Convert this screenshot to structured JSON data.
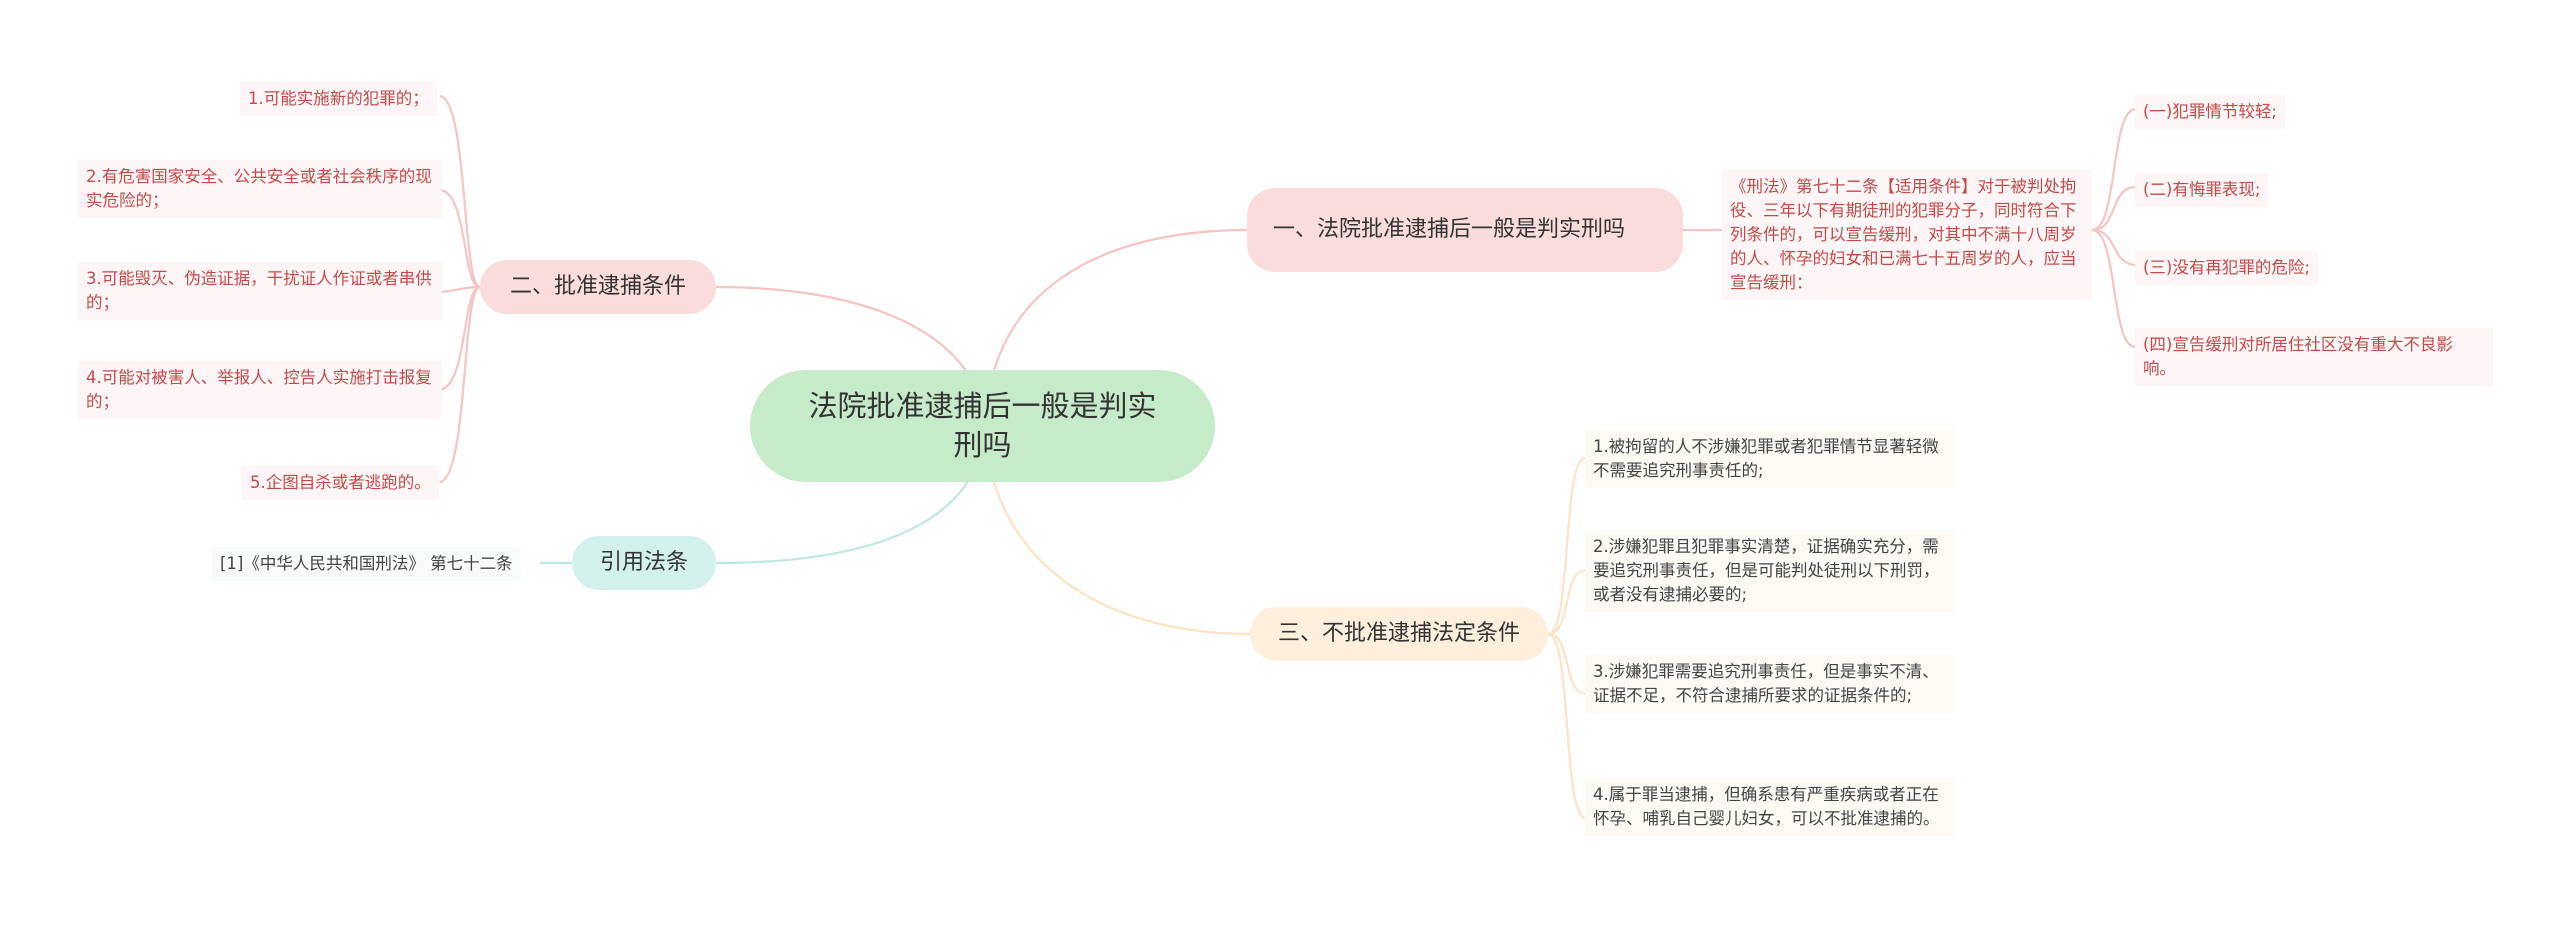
{
  "root": {
    "title": "法院批准逮捕后一般是判实刑吗"
  },
  "branches": {
    "b1": {
      "label": "一、法院批准逮捕后一般是判实刑吗",
      "description": "《刑法》第七十二条【适用条件】对于被判处拘役、三年以下有期徒刑的犯罪分子，同时符合下列条件的，可以宣告缓刑，对其中不满十八周岁的人、怀孕的妇女和已满七十五周岁的人，应当宣告缓刑：",
      "items": [
        "(一)犯罪情节较轻;",
        "(二)有悔罪表现;",
        "(三)没有再犯罪的危险;",
        "(四)宣告缓刑对所居住社区没有重大不良影响。"
      ]
    },
    "b2": {
      "label": "二、批准逮捕条件",
      "items": [
        "1.可能实施新的犯罪的；",
        "2.有危害国家安全、公共安全或者社会秩序的现实危险的；",
        "3.可能毁灭、伪造证据，干扰证人作证或者串供的；",
        "4.可能对被害人、举报人、控告人实施打击报复的；",
        "5.企图自杀或者逃跑的。"
      ]
    },
    "b3": {
      "label": "三、不批准逮捕法定条件",
      "items": [
        "1.被拘留的人不涉嫌犯罪或者犯罪情节显著轻微不需要追究刑事责任的;",
        "2.涉嫌犯罪且犯罪事实清楚，证据确实充分，需要追究刑事责任，但是可能判处徒刑以下刑罚，或者没有逮捕必要的;",
        "3.涉嫌犯罪需要追究刑事责任，但是事实不清、证据不足，不符合逮捕所要求的证据条件的;",
        "4.属于罪当逮捕，但确系患有严重疾病或者正在怀孕、哺乳自己婴儿妇女，可以不批准逮捕的。"
      ]
    },
    "b4": {
      "label": "引用法条",
      "items": [
        "[1]《中华人民共和国刑法》 第七十二条"
      ]
    }
  },
  "colors": {
    "root": "#c6ebc8",
    "red_branch": "#fbdcdc",
    "orange_branch": "#feeedc",
    "teal_branch": "#d3f1ec",
    "red_line": "#f5c3c3",
    "orange_line": "#fde2c4",
    "teal_line": "#bde8e0",
    "red_text": "#c44a4a"
  }
}
